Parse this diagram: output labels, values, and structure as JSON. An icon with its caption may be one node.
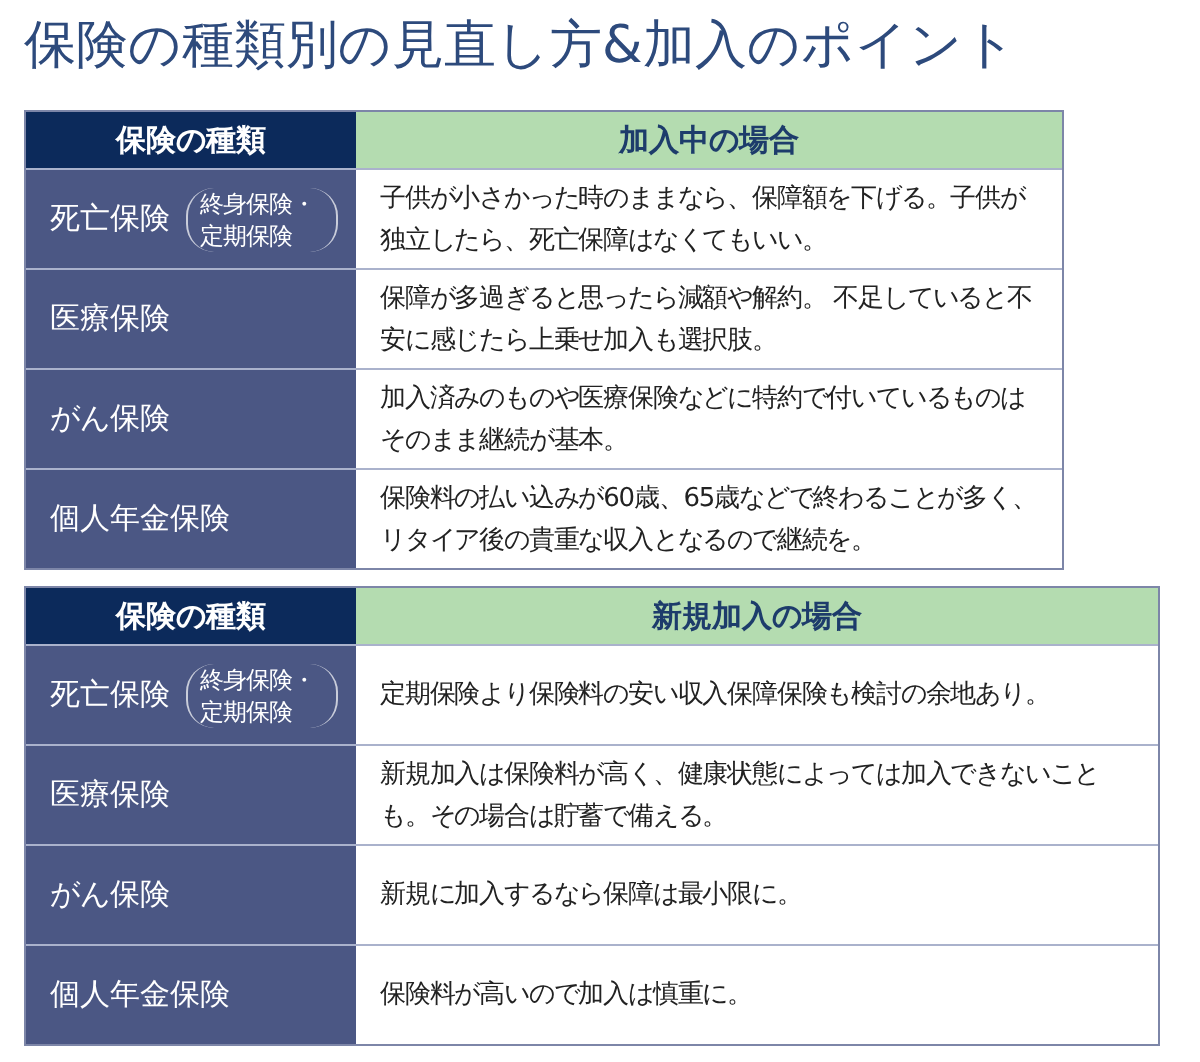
{
  "diagram": {
    "title": "保険の種類別の見直し方&加入のポイント",
    "labels": [
      "保険の種類",
      "加入中の場合",
      "死亡保険",
      "終身保険・定期保険",
      "子供が小さかった時のままなら、保障額を下げる。子供が独立したら、死亡保障はなくてもいい。",
      "医療保険",
      "保障が多過ぎると思ったら減額や解約。 不足していると不安に感じたら上乗せ加入も選択肢。",
      "がん保険",
      "加入済みのものや医療保険などに特約で付いているものはそのまま継続が基本。",
      "個人年金保険",
      "保険料の払い込みが60歳、65歳などで終わることが多く、リタイア後の貴重な収入となるので継続を。",
      "保険の種類",
      "新規加入の場合",
      "死亡保険",
      "終身保険・定期保険",
      "定期保険より保険料の安い収入保障保険も検討の余地あり。",
      "医療保険",
      "新規加入は保険料が高く、健康状態によっては加入できないことも。その場合は貯蓄で備える。",
      "がん保険",
      "新規に加入するなら保障は最小限に。",
      "個人年金保険",
      "保険料が高いので加入は慎重に。"
    ]
  }
}
